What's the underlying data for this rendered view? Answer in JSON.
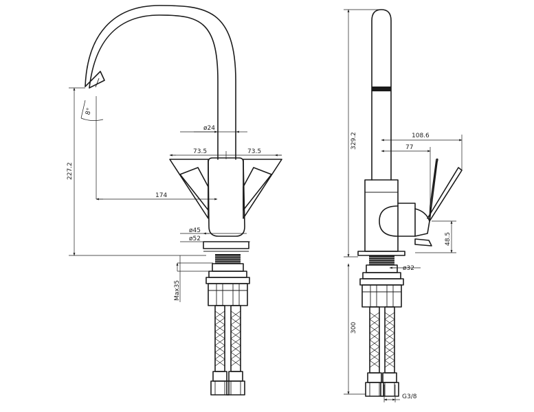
{
  "drawing": {
    "front_view": {
      "spout_angle": "8°",
      "pipe_diameter": "ø24",
      "handle_left": "73.5",
      "handle_right": "73.5",
      "reach": "174",
      "height": "227.2",
      "base_inner_diameter": "ø45",
      "base_outer_diameter": "ø52",
      "max_counter_thickness": "Max35"
    },
    "side_view": {
      "total_height": "329.2",
      "spout_reach": "108.6",
      "lever_reach": "77",
      "lever_height": "48.5",
      "shank_diameter": "ø32",
      "hose_length": "300",
      "hose_thread": "G3/8"
    }
  }
}
